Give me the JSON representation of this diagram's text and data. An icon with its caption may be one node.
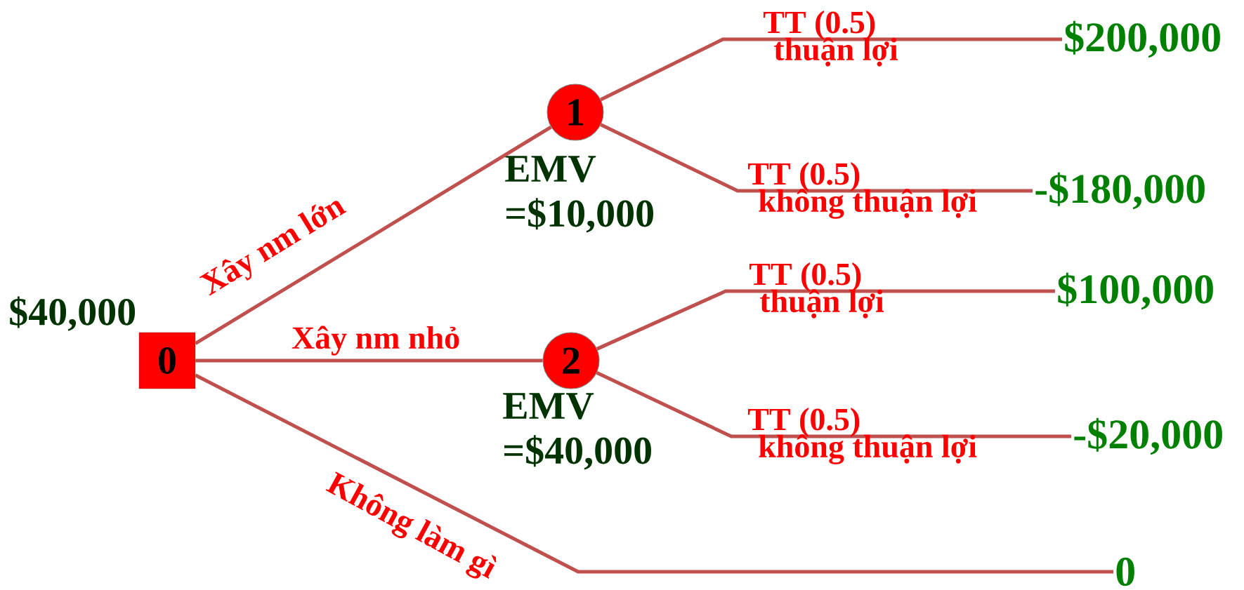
{
  "diagram": {
    "nodes": [
      {
        "text": [
          "0"
        ],
        "beside": [
          "$40,000"
        ]
      },
      {
        "text": [
          "1"
        ],
        "beside": [
          "EMV =$10,000"
        ]
      },
      {
        "text": [
          "2"
        ],
        "beside": [
          "EMV =$40,000"
        ]
      },
      {
        "text": [
          "$200,000"
        ]
      },
      {
        "text": [
          "-$180,000"
        ]
      },
      {
        "text": [
          "$100,000"
        ]
      },
      {
        "text": [
          "-$20,000"
        ]
      },
      {
        "text": [
          "0"
        ]
      }
    ],
    "edges": [
      {
        "from": 0,
        "to": 1,
        "arrow": "none",
        "label": "Xây nm lớn"
      },
      {
        "from": 0,
        "to": 2,
        "arrow": "none",
        "label": "Xây nm nhỏ"
      },
      {
        "from": 0,
        "to": 7,
        "arrow": "none",
        "label": "Không làm gì"
      },
      {
        "from": 1,
        "to": 3,
        "arrow": "none",
        "label": "TT (0.5)"
      },
      {
        "from": 1,
        "to": 4,
        "arrow": "none",
        "label": "TT (0.5)"
      },
      {
        "from": 2,
        "to": 5,
        "arrow": "none",
        "label": "TT (0.5)"
      },
      {
        "from": 2,
        "to": 6,
        "arrow": "none",
        "label": "TT (0.5)"
      }
    ],
    "labels": [
      "thuận lợi",
      "không thuận lợi",
      "thuận lợi",
      "không thuận lợi"
    ]
  }
}
